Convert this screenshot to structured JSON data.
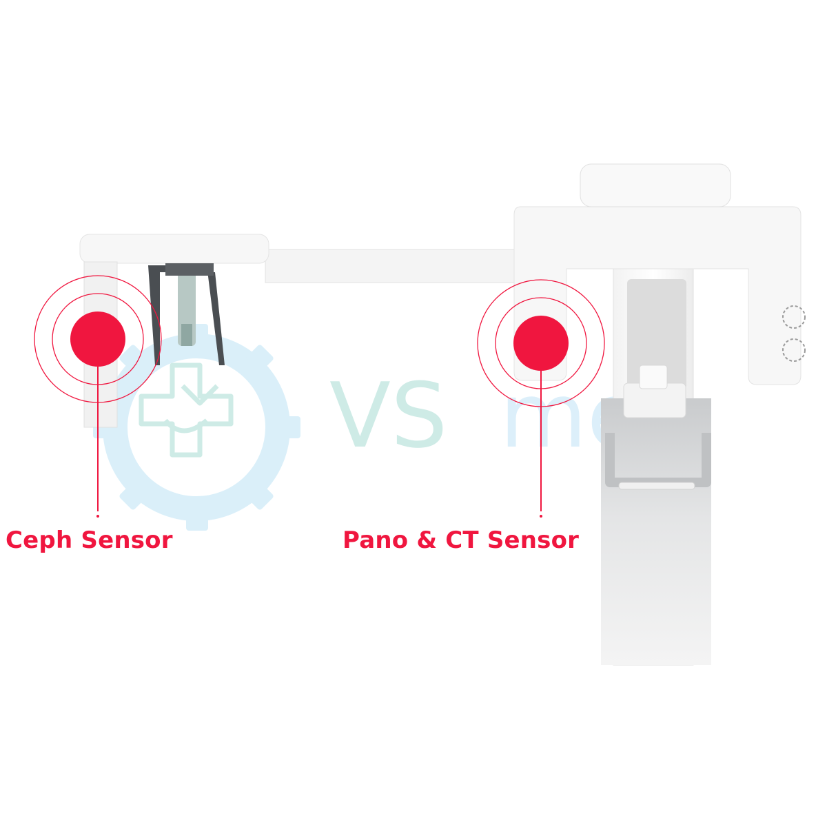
{
  "image": {
    "subject": "dental x-ray unit with ceph arm",
    "background_color": "#ffffff"
  },
  "colors": {
    "accent": "#f0163f",
    "device_white": "#f6f6f6",
    "device_shade": "#e3e3e3",
    "column_gray": "#d4d6d7",
    "watermark_teal": "#c9e9e4",
    "watermark_blue": "#d8eefa"
  },
  "watermark": {
    "word_left": "VS",
    "word_right": "med"
  },
  "callouts": [
    {
      "label": "Ceph Sensor"
    },
    {
      "label": "Pano & CT Sensor"
    }
  ]
}
